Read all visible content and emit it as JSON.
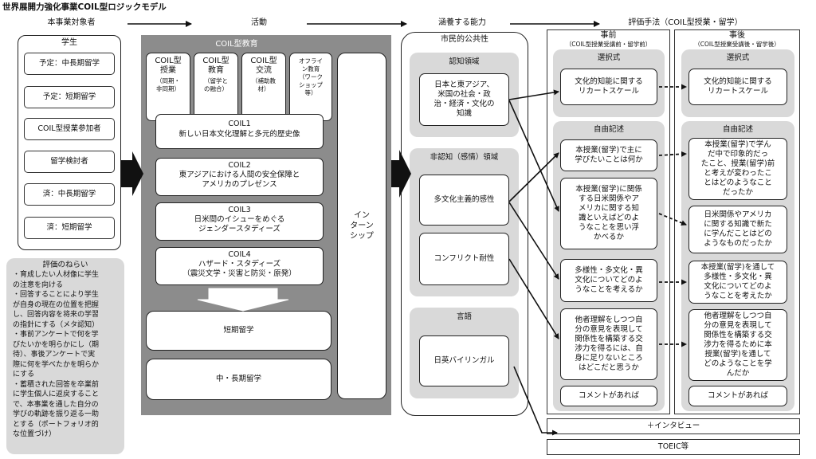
{
  "title": "世界展開力強化事業COIL型ロジックモデル",
  "headers": {
    "target": "本事業対象者",
    "activity": "活動",
    "ability": "涵養する能力",
    "evaluation": "評価手法（COIL型授業・留学）"
  },
  "students": {
    "title": "学生",
    "items": [
      "予定：中長期留学",
      "予定：短期留学",
      "COIL型授業参加者",
      "留学検討者",
      "済：中長期留学",
      "済：短期留学"
    ]
  },
  "aim": {
    "title": "評価のねらい",
    "body": "・育成したい人材像に学生\nの注意を向ける\n・回答することにより学生\nが自身の現在の位置を把握\nし、回答内容を将来の学習\nの指針にする（メタ認知）\n・事前アンケートで何を学\nびたいかを明らかにし（期\n待）、事後アンケートで実\n際に何を学べたかを明らか\nにする\n・蓄積された回答を卒業前\nに学生個人に返戻すること\nで、本事業を通した自分の\n学びの軌跡を振り返る一助\nとする（ポートフォリオ的\nな位置づけ）"
  },
  "coil": {
    "title": "COIL型教育",
    "types": [
      {
        "main": "COIL型\n授業",
        "sub": "（同期・\n非同期）"
      },
      {
        "main": "COIL型\n教育",
        "sub": "（留学と\nの融合）"
      },
      {
        "main": "COIL型\n交流",
        "sub": "（補助教\n材）"
      },
      {
        "main": "",
        "sub": "オフライ\nン教育\n（ワーク\nショップ\n等）"
      }
    ],
    "courses": [
      {
        "code": "COIL1",
        "name": "新しい日本文化理解と多元的歴史像"
      },
      {
        "code": "COIL2",
        "name": "東アジアにおける人間の安全保障と\nアメリカのプレゼンス"
      },
      {
        "code": "COIL3",
        "name": "日米間のイシューをめぐる\nジェンダースタディーズ"
      },
      {
        "code": "COIL4",
        "name": "ハザード・スタディーズ\n（震災文学・災害と防災・原発）"
      }
    ],
    "internship": "イン\nターン\nシップ",
    "short_study": "短期留学",
    "long_study": "中・長期留学"
  },
  "abilities": {
    "title": "市民的公共性",
    "cognitive": {
      "title": "認知領域",
      "item": "日本と東アジア、\n米国の社会・政\n治・経済・文化の\n知識"
    },
    "noncognitive": {
      "title": "非認知（感情）領域",
      "items": [
        "多文化主義的感性",
        "コンフリクト耐性"
      ]
    },
    "language": {
      "title": "言語",
      "item": "日英バイリンガル"
    }
  },
  "pre": {
    "title": "事前",
    "subtitle": "（COIL型授業受講前・留学前）",
    "choice_title": "選択式",
    "choice_item": "文化的知能に関する\nリカートスケール",
    "free_title": "自由記述",
    "free_items": [
      "本授業(留学)で主に\n学びたいことは何か",
      "本授業(留学)に関係\nする日米関係やア\nメリカに関する知\n識といえばどのよ\nうなことを思い浮\nかべるか",
      "多様性・多文化・異\n文化についてどのよ\nうなことを考えるか",
      "他者理解をしつつ自\n分の意見を表現して\n関係性を構築する交\n渉力を得るには、自\n身に足りないところ\nはどこだと思うか",
      "コメントがあれば"
    ]
  },
  "post": {
    "title": "事後",
    "subtitle": "（COIL型授業受講後・留学後）",
    "choice_title": "選択式",
    "choice_item": "文化的知能に関する\nリカートスケール",
    "free_title": "自由記述",
    "free_items": [
      "本授業(留学)で学ん\nだ中で印象的だっ\nたこと、授業(留学)前\nと考えが変わったこ\nとはどのようなこと\nだったか",
      "日米関係やアメリカ\nに関する知識で新た\nに学んだことはどの\nようなものだったか",
      "本授業(留学)を通して\n多様性・多文化・異\n文化についてどのよ\nうなことを考えたか",
      "他者理解をしつつ自\n分の意見を表現して\n関係性を構築する交\n渉力を得るために本\n授業(留学)を通して\nどのようなことを学\nんだか",
      "コメントがあれば"
    ]
  },
  "extras": {
    "interview": "＋インタビュー",
    "toeic": "TOEIC等"
  }
}
